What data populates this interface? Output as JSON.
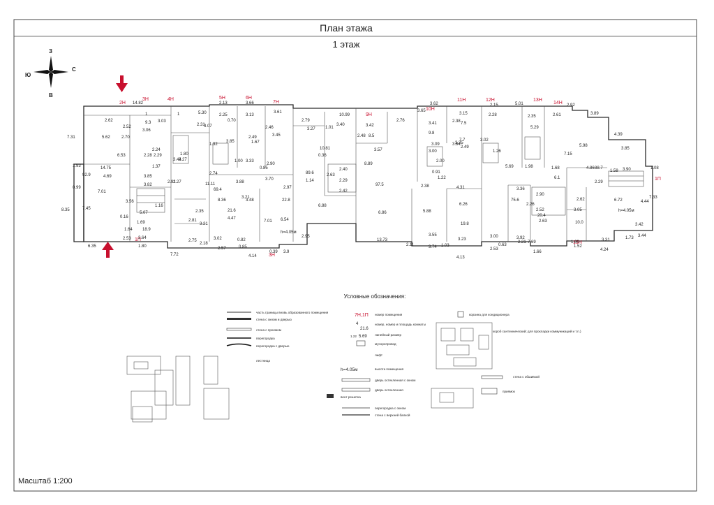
{
  "header": {
    "title": "План этажа",
    "floor": "1 этаж"
  },
  "compass": {
    "n": "З",
    "w": "Ю",
    "e": "С",
    "s": "В"
  },
  "units": [
    "2Н",
    "3Н",
    "4Н",
    "5Н",
    "6Н",
    "7Н",
    "9Н",
    "10Н",
    "11Н",
    "12Н",
    "13Н",
    "14Н",
    "1П",
    "1П",
    "3Н",
    "15Н"
  ],
  "room_labels": [
    "14.82",
    "1",
    "9.3",
    "3.06",
    "3.03",
    "2.70",
    "5.62",
    "7.31",
    "2.52",
    "2.62",
    "1.93",
    "14.75",
    "6.53",
    "0.99",
    "7.01",
    "8.35",
    "7.45",
    "6.35",
    "2.53",
    "1.80",
    "1.64",
    "0.16",
    "1.69",
    "3.82",
    "3.56",
    "5.07",
    "18.9",
    "3.64",
    "7.72",
    "1",
    "5.30",
    "2.25",
    "2.13",
    "3.13",
    "3.66",
    "3.61",
    "2.46",
    "3.45",
    "10.99",
    "2.79",
    "3.27",
    "3.40",
    "1.01",
    "2.76",
    "3.42",
    "8.5",
    "3.57",
    "2.48",
    "3.65",
    "3.62",
    "3.41",
    "9.8",
    "2.38",
    "3.15",
    "7.5",
    "2.28",
    "2.15",
    "5.01",
    "2.35",
    "2.61",
    "2.92",
    "3.89",
    "5.29",
    "7.15",
    "5.98",
    "3.85",
    "4.39",
    "88.7",
    "1.58",
    "3.90",
    "1.08",
    "89.6",
    "10.81",
    "0.36",
    "2.40",
    "2.29",
    "2.63",
    "2.42",
    "97.5",
    "8.89",
    "6.86",
    "6.88",
    "2.38",
    "0.91",
    "1.22",
    "2.00",
    "3.35",
    "4.31",
    "75.6",
    "5.69",
    "6.26",
    "19.8",
    "5.88",
    "3.55",
    "3.74",
    "3.23",
    "4.13",
    "3.00",
    "2.53",
    "0.63",
    "21.6",
    "4.47",
    "3.48",
    "22.8",
    "6.54",
    "7.01",
    "h=4.05м",
    "2.95",
    "13.73",
    "2.11",
    "1.03",
    "69.4",
    "3.88",
    "3.21",
    "3.33",
    "8.36",
    "2.74",
    "11.11",
    "2.81",
    "2.35",
    "3.21",
    "2.75",
    "2.18",
    "3.02",
    "2.57",
    "0.82",
    "0.85",
    "4.14",
    "3.9",
    "0.39",
    "6.72",
    "h=4.05м",
    "3.42",
    "4.44",
    "7.33",
    "4.24",
    "1.73",
    "3.44",
    "3.31",
    "1.52",
    "1.60",
    "10.0",
    "3.05",
    "2.62",
    "2.29",
    "4.86",
    "1.68",
    "6.1",
    "20.4",
    "2.63",
    "2.52",
    "2.21",
    "3.92",
    "7.69",
    "1.66",
    "2.26",
    "2.90",
    "3.00",
    "3.09",
    "7.7",
    "2.49",
    "3.84",
    "3.02",
    "1.26",
    "1.98",
    "3.36",
    "2.49",
    "1.67",
    "1.00",
    "3.85",
    "0.70",
    "1.32",
    "3.07",
    "2.31",
    "3.44",
    "2.27",
    "2.91",
    "1.37",
    "2.24",
    "2.29",
    "2.28",
    "3.85",
    "4.69",
    "92.9",
    "1.16",
    "1.80",
    "2.27",
    "0.85",
    "3.70",
    "2.97",
    "2.90",
    "1.14",
    "0.44"
  ],
  "legend": {
    "title": "Условные обозначения:",
    "items": [
      "часть границы вновь образованного помещения",
      "стена с окном и дверью",
      "стена с проемом",
      "перегородка",
      "перегородка с дверью",
      "лестница",
      "номер помещения",
      "номер, номер и площадь комнаты",
      "линейный размер",
      "мусоропровод",
      "лифт",
      "высота помещения",
      "дверь остекленная с окном",
      "дверь остекленная",
      "вент решетка",
      "перегородка с окном",
      "стена с верхней балкой",
      "корзина для кондиционера",
      "короб сантехнический; для прокладки коммуникаций и т.п.)",
      "стена с обшивкой",
      "приямок"
    ],
    "sample_unit": "7Н,1П",
    "sample_num": "4",
    "sample_area": "21.6",
    "sample_dim_a": "1.22",
    "sample_dim_b": "5.69",
    "sample_height": "h=4.05м"
  },
  "scale": "Масштаб 1:200",
  "colors": {
    "accent": "#c8102e",
    "line": "#2a2a2a"
  }
}
